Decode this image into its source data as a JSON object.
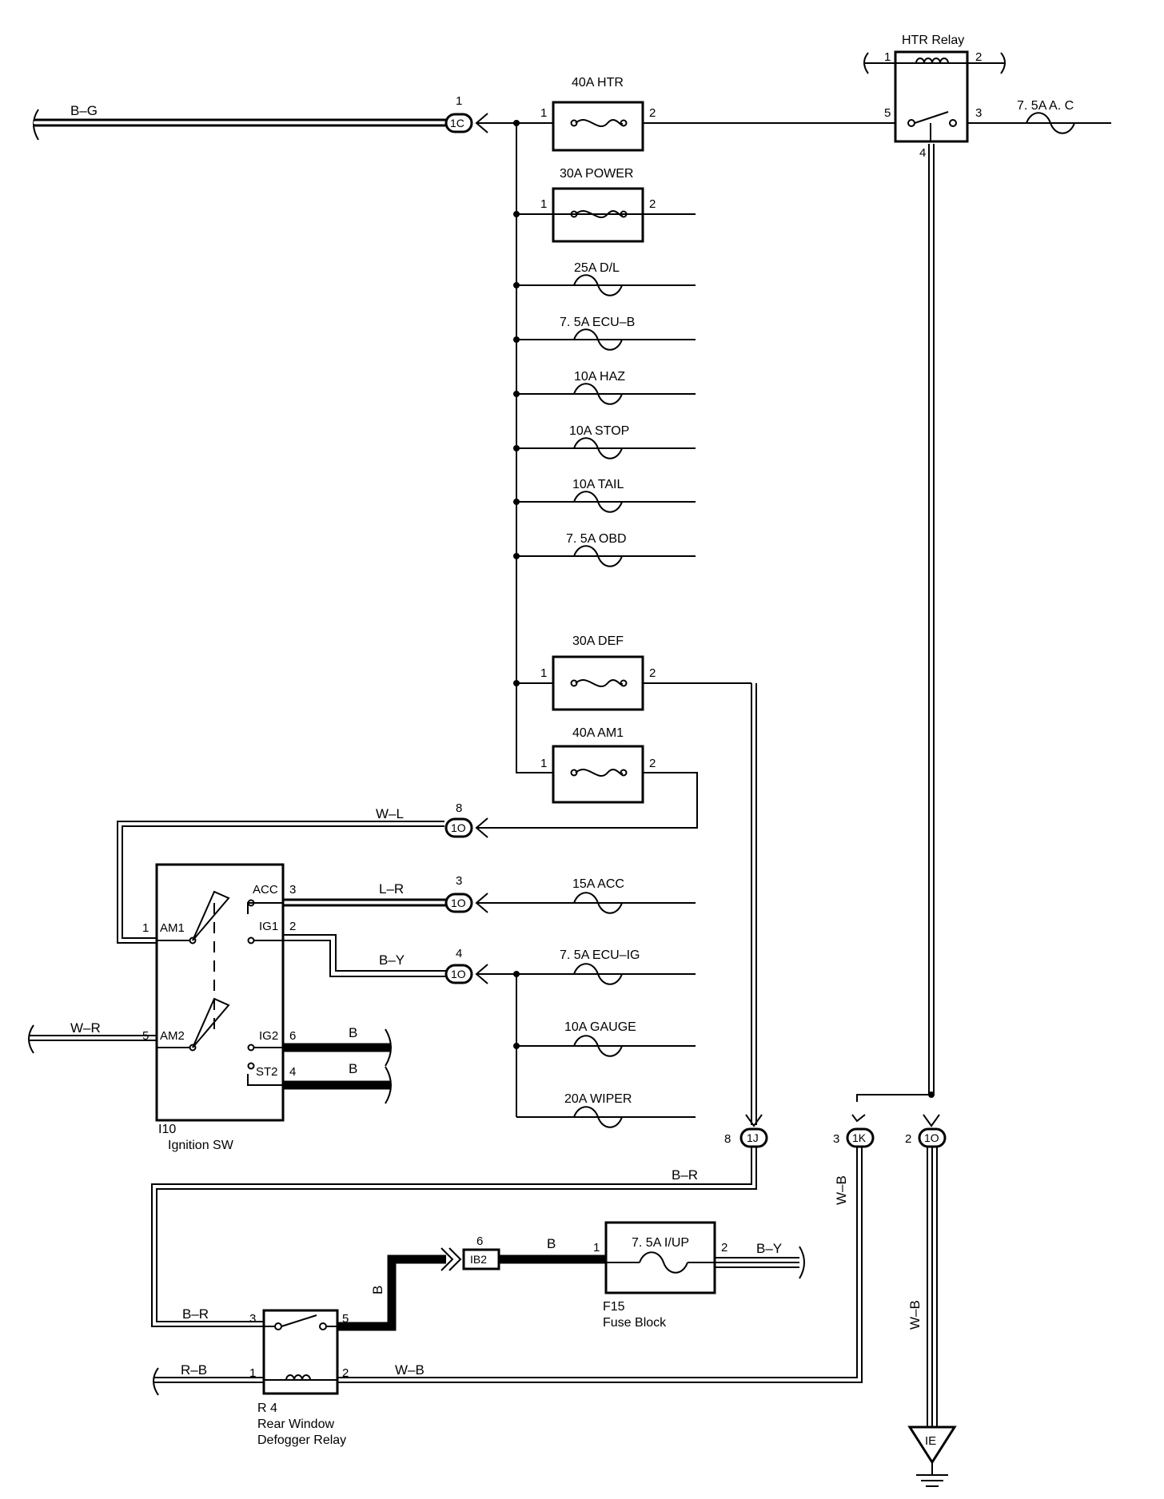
{
  "labels": {
    "bg": "B–G",
    "wl": "W–L",
    "lr": "L–R",
    "by": "B–Y",
    "wr": "W–R",
    "b": "B",
    "br": "B–R",
    "rb": "R–B",
    "wb": "W–B"
  },
  "fuses": [
    {
      "id": "htr",
      "label": "40A HTR",
      "pin1": "1",
      "pin2": "2"
    },
    {
      "id": "power",
      "label": "30A POWER",
      "pin1": "1",
      "pin2": "2"
    },
    {
      "id": "dl",
      "label": "25A D/L"
    },
    {
      "id": "ecub",
      "label": "7. 5A ECU–B"
    },
    {
      "id": "haz",
      "label": "10A HAZ"
    },
    {
      "id": "stop",
      "label": "10A STOP"
    },
    {
      "id": "tail",
      "label": "10A TAIL"
    },
    {
      "id": "obd",
      "label": "7. 5A OBD"
    },
    {
      "id": "def",
      "label": "30A DEF",
      "pin1": "1",
      "pin2": "2"
    },
    {
      "id": "am1",
      "label": "40A AM1",
      "pin1": "1",
      "pin2": "2"
    },
    {
      "id": "acc",
      "label": "15A ACC"
    },
    {
      "id": "ecuig",
      "label": "7. 5A ECU–IG"
    },
    {
      "id": "gauge",
      "label": "10A GAUGE"
    },
    {
      "id": "wiper",
      "label": "20A WIPER"
    },
    {
      "id": "ac",
      "label": "7. 5A A. C"
    }
  ],
  "htr_relay": {
    "title": "HTR Relay",
    "pins": [
      "1",
      "2",
      "5",
      "3",
      "4"
    ]
  },
  "connectors": {
    "c1": {
      "code": "1C",
      "pin": "1"
    },
    "c8": {
      "code": "1O",
      "pin": "8"
    },
    "c3": {
      "code": "1O",
      "pin": "3"
    },
    "c4": {
      "code": "1O",
      "pin": "4"
    },
    "j8": {
      "code": "1J",
      "pin": "8"
    },
    "k3": {
      "code": "1K",
      "pin": "3"
    },
    "o2": {
      "code": "1O",
      "pin": "2"
    },
    "ib2": {
      "code": "IB2",
      "pin": "6"
    }
  },
  "ignition": {
    "id": "I10",
    "name": "Ignition SW",
    "terminals": [
      "ACC",
      "IG1",
      "AM1",
      "AM2",
      "IG2",
      "ST2"
    ],
    "pins": [
      "3",
      "2",
      "1",
      "5",
      "6",
      "4"
    ]
  },
  "fuse_block": {
    "id": "F15",
    "name": "Fuse Block",
    "fuse": "7. 5A I/UP",
    "pin1": "1",
    "pin2": "2"
  },
  "defogger_relay": {
    "id": "R 4",
    "name_line1": "Rear Window",
    "name_line2": "Defogger Relay",
    "pins": [
      "3",
      "5",
      "1",
      "2"
    ]
  },
  "ground": {
    "label": "IE"
  }
}
